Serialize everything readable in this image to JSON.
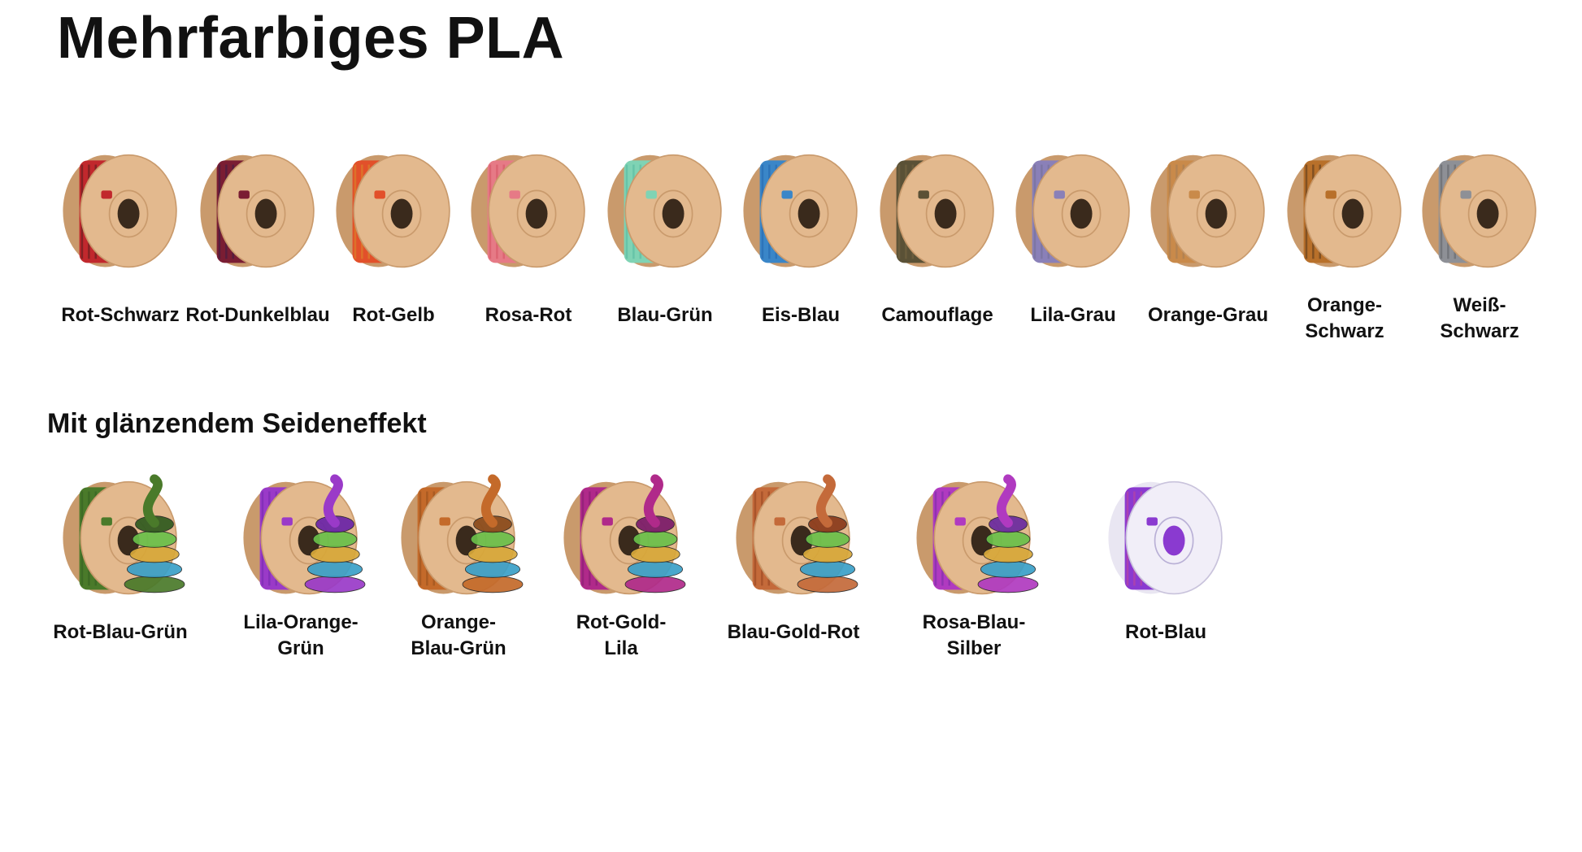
{
  "title": "Mehrfarbiges PLA",
  "section_title": "Mit glänzendem Seideneffekt",
  "colors": {
    "spool_cardboard": "#e3b98e",
    "spool_cardboard_dark": "#c99a6c",
    "spool_hole": "#3a2a1c"
  },
  "multicolor": [
    {
      "label": "Rot-Schwarz",
      "filament": "#c1282d",
      "filament2": "#3a1a1a"
    },
    {
      "label": "Rot-Dunkelblau",
      "filament": "#7a1d33",
      "filament2": "#2b1e4a"
    },
    {
      "label": "Rot-Gelb",
      "filament": "#e2502a",
      "filament2": "#d99a2b"
    },
    {
      "label": "Rosa-Rot",
      "filament": "#e67a86",
      "filament2": "#d24a5a"
    },
    {
      "label": "Blau-Grün",
      "filament": "#7fd3b4",
      "filament2": "#4bb39a"
    },
    {
      "label": "Eis-Blau",
      "filament": "#3a86c8",
      "filament2": "#1f5fa8"
    },
    {
      "label": "Camouflage",
      "filament": "#5a5136",
      "filament2": "#7d6b44"
    },
    {
      "label": "Lila-Grau",
      "filament": "#8a80b8",
      "filament2": "#6f6a8e"
    },
    {
      "label": "Orange-Grau",
      "filament": "#c98a4a",
      "filament2": "#9a7a5a"
    },
    {
      "label": "Orange-\nSchwarz",
      "filament": "#b8702a",
      "filament2": "#3e2a1a"
    },
    {
      "label": "Weiß-\nSchwarz",
      "filament": "#8e9096",
      "filament2": "#55575c"
    }
  ],
  "silk": [
    {
      "label": "Rot-Blau-Grün",
      "filament": "#4a7a2a",
      "filament2": "#2f5a1f"
    },
    {
      "label": "Lila-Orange-\nGrün",
      "filament": "#9a3ac8",
      "filament2": "#6a24a8"
    },
    {
      "label": "Orange-\nBlau-Grün",
      "filament": "#c46a2a",
      "filament2": "#8a4a1a"
    },
    {
      "label": "Rot-Gold-\nLila",
      "filament": "#b02a8a",
      "filament2": "#7a1a6a"
    },
    {
      "label": "Blau-Gold-Rot",
      "filament": "#c46a3a",
      "filament2": "#8a3a1a"
    },
    {
      "label": "Rosa-Blau-\nSilber",
      "filament": "#b03ac0",
      "filament2": "#6a2aa0"
    },
    {
      "label": "Rot-Blau",
      "filament": "#8a3ad0",
      "filament2": "#d04a8a"
    }
  ]
}
